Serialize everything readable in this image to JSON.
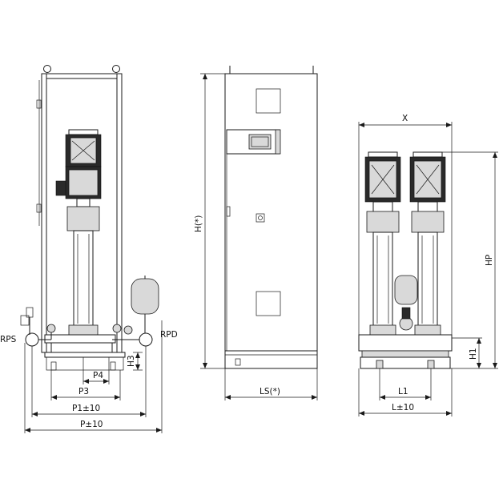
{
  "labels": {
    "rps": "RPS",
    "rpd": "RPD",
    "h3": "H3",
    "p4": "P4",
    "p3": "P3",
    "p1": "P1±10",
    "p": "P±10",
    "h": "H(*)",
    "ls": "LS(*)",
    "x": "X",
    "hp": "HP",
    "h1": "H1",
    "l1": "L1",
    "l": "L±10"
  }
}
